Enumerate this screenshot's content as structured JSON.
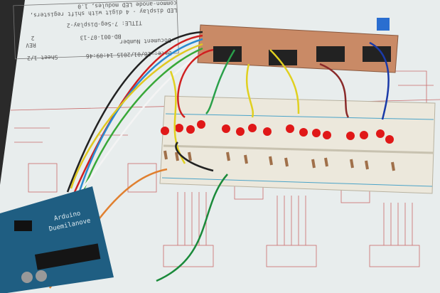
{
  "title_block": {
    "date": "Date: 28/01/2015 14:09:46",
    "sheet": "Sheet 1/2",
    "doc_label": "Document Number",
    "doc_number": "BD-001-07-13",
    "rev_label": "REV",
    "rev": "2",
    "title": "TITLE: 7-Seg-Display-2",
    "description_1": "LED display - 4 digit with shift registers,",
    "description_2": "common-anode LED modules, 1.0"
  },
  "arduino": {
    "line1": "Arduino",
    "line2": "Duemilanove"
  },
  "colors": {
    "paper": "#e9eeee",
    "schematic": "#c86060",
    "pcb": "#c98a66",
    "breadboard": "#ece8dc",
    "arduino": "#1f5e82",
    "led": "#e01818"
  }
}
